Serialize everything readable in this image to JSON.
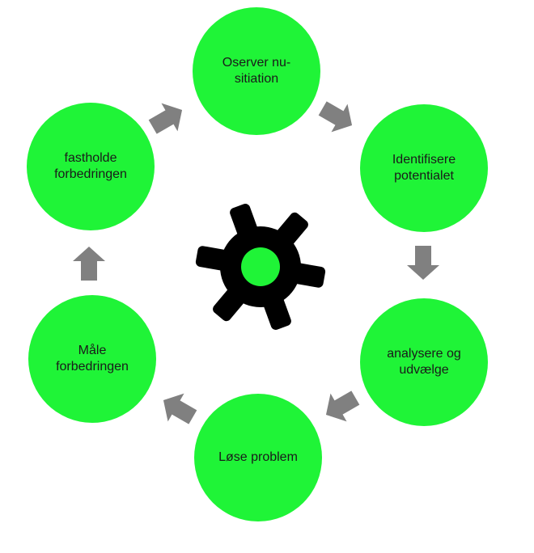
{
  "colors": {
    "node": "#1ff437",
    "arrow": "#808080",
    "gear": "#000000",
    "hub": "#1ff437"
  },
  "nodes": [
    {
      "id": "observe",
      "label": "Oserver nu-\nsitiation"
    },
    {
      "id": "identify",
      "label": "Identifisere\npotentialet"
    },
    {
      "id": "analyze",
      "label": "analysere og\nudvælge"
    },
    {
      "id": "solve",
      "label": "Løse problem"
    },
    {
      "id": "measure",
      "label": "Måle\nforbedringen"
    },
    {
      "id": "sustain",
      "label": "fastholde\nforbedringen"
    }
  ],
  "center_icon": "gear-icon"
}
